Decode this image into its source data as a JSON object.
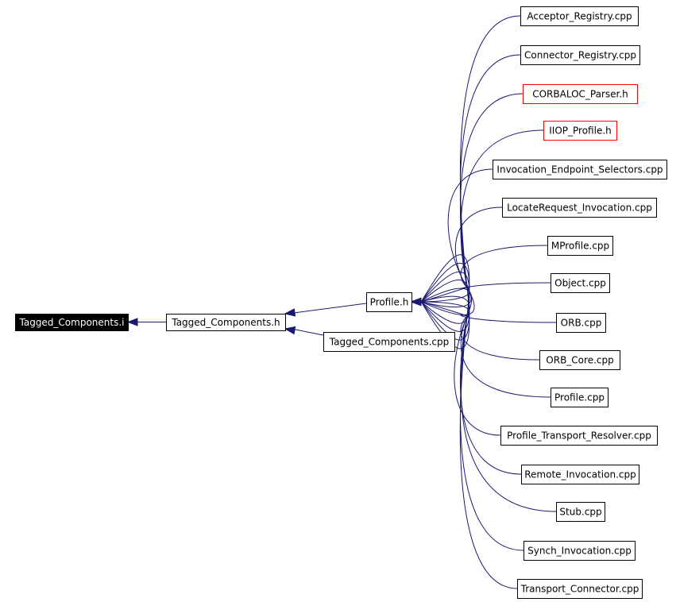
{
  "colors": {
    "edge": "#191970",
    "root_fill": "#000000",
    "highlight_border": "#ff0000"
  },
  "nodes": [
    {
      "id": "tagged_components_i",
      "label": "Tagged_Components.i",
      "style": "root"
    },
    {
      "id": "tagged_components_h",
      "label": "Tagged_Components.h",
      "style": "normal"
    },
    {
      "id": "profile_h",
      "label": "Profile.h",
      "style": "normal"
    },
    {
      "id": "tagged_components_cpp",
      "label": "Tagged_Components.cpp",
      "style": "normal"
    },
    {
      "id": "acceptor_registry_cpp",
      "label": "Acceptor_Registry.cpp",
      "style": "normal"
    },
    {
      "id": "connector_registry_cpp",
      "label": "Connector_Registry.cpp",
      "style": "normal"
    },
    {
      "id": "corbaloc_parser_h",
      "label": "CORBALOC_Parser.h",
      "style": "red"
    },
    {
      "id": "iiop_profile_h",
      "label": "IIOP_Profile.h",
      "style": "red"
    },
    {
      "id": "invocation_endpoint_selectors_cpp",
      "label": "Invocation_Endpoint_Selectors.cpp",
      "style": "normal"
    },
    {
      "id": "locaterequest_invocation_cpp",
      "label": "LocateRequest_Invocation.cpp",
      "style": "normal"
    },
    {
      "id": "mprofile_cpp",
      "label": "MProfile.cpp",
      "style": "normal"
    },
    {
      "id": "object_cpp",
      "label": "Object.cpp",
      "style": "normal"
    },
    {
      "id": "orb_cpp",
      "label": "ORB.cpp",
      "style": "normal"
    },
    {
      "id": "orb_core_cpp",
      "label": "ORB_Core.cpp",
      "style": "normal"
    },
    {
      "id": "profile_cpp",
      "label": "Profile.cpp",
      "style": "normal"
    },
    {
      "id": "profile_transport_resolver_cpp",
      "label": "Profile_Transport_Resolver.cpp",
      "style": "normal"
    },
    {
      "id": "remote_invocation_cpp",
      "label": "Remote_Invocation.cpp",
      "style": "normal"
    },
    {
      "id": "stub_cpp",
      "label": "Stub.cpp",
      "style": "normal"
    },
    {
      "id": "synch_invocation_cpp",
      "label": "Synch_Invocation.cpp",
      "style": "normal"
    },
    {
      "id": "transport_connector_cpp",
      "label": "Transport_Connector.cpp",
      "style": "normal"
    }
  ],
  "edges": [
    {
      "from": "tagged_components_h",
      "to": "tagged_components_i"
    },
    {
      "from": "profile_h",
      "to": "tagged_components_h"
    },
    {
      "from": "tagged_components_cpp",
      "to": "tagged_components_h"
    },
    {
      "from": "acceptor_registry_cpp",
      "to": "profile_h"
    },
    {
      "from": "connector_registry_cpp",
      "to": "profile_h"
    },
    {
      "from": "corbaloc_parser_h",
      "to": "profile_h"
    },
    {
      "from": "iiop_profile_h",
      "to": "profile_h"
    },
    {
      "from": "invocation_endpoint_selectors_cpp",
      "to": "profile_h"
    },
    {
      "from": "locaterequest_invocation_cpp",
      "to": "profile_h"
    },
    {
      "from": "mprofile_cpp",
      "to": "profile_h"
    },
    {
      "from": "object_cpp",
      "to": "profile_h"
    },
    {
      "from": "orb_cpp",
      "to": "profile_h"
    },
    {
      "from": "orb_core_cpp",
      "to": "profile_h"
    },
    {
      "from": "profile_cpp",
      "to": "profile_h"
    },
    {
      "from": "profile_transport_resolver_cpp",
      "to": "profile_h"
    },
    {
      "from": "remote_invocation_cpp",
      "to": "profile_h"
    },
    {
      "from": "stub_cpp",
      "to": "profile_h"
    },
    {
      "from": "synch_invocation_cpp",
      "to": "profile_h"
    },
    {
      "from": "transport_connector_cpp",
      "to": "profile_h"
    }
  ]
}
